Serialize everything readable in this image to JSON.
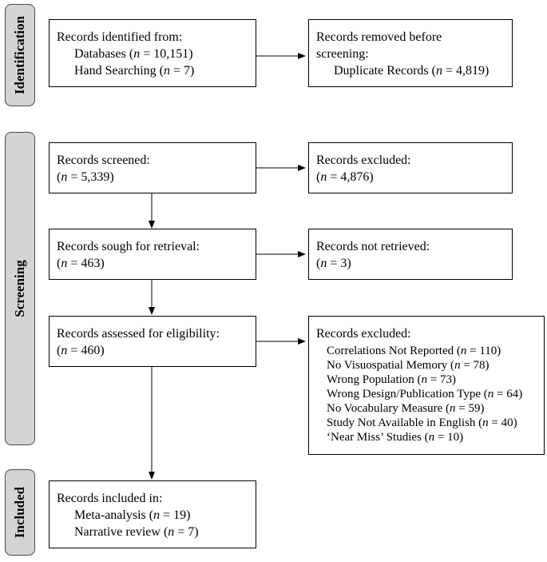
{
  "phases": {
    "identification": "Identification",
    "screening": "Screening",
    "included": "Included"
  },
  "identified": {
    "title": "Records identified from:",
    "databases_label": "Databases (",
    "databases_n": "n",
    "databases_value": " = 10,151)",
    "hand_label": "Hand Searching (",
    "hand_n": "n",
    "hand_value": " = 7)"
  },
  "removed": {
    "title_line1": "Records removed before",
    "title_line2": "screening:",
    "dup_label": "Duplicate Records (",
    "dup_n": "n",
    "dup_value": " = 4,819)"
  },
  "screened": {
    "title": "Records screened:",
    "open": "(",
    "n": "n",
    "value": " = 5,339)"
  },
  "excluded1": {
    "title": "Records excluded:",
    "open": "(",
    "n": "n",
    "value": " = 4,876)"
  },
  "retrieval": {
    "title": "Records sough for retrieval:",
    "open": "(",
    "n": "n",
    "value": " = 463)"
  },
  "not_retrieved": {
    "title": "Records not retrieved:",
    "open": "(",
    "n": "n",
    "value": " = 3)"
  },
  "eligibility": {
    "title": "Records assessed for eligibility:",
    "open": "(",
    "n": "n",
    "value": " = 460)"
  },
  "excluded2": {
    "title": "Records excluded:",
    "reasons": [
      {
        "label": "Correlations Not Reported (",
        "n": "n",
        "value": " = 110)"
      },
      {
        "label": "No Visuospatial Memory (",
        "n": "n",
        "value": " = 78)"
      },
      {
        "label": "Wrong Population (",
        "n": "n",
        "value": " = 73)"
      },
      {
        "label": "Wrong Design/Publication Type (",
        "n": "n",
        "value": " = 64)"
      },
      {
        "label": "No Vocabulary Measure (",
        "n": "n",
        "value": " = 59)"
      },
      {
        "label": "Study Not Available in English (",
        "n": "n",
        "value": " = 40)"
      },
      {
        "label": "‘Near Miss’ Studies (",
        "n": "n",
        "value": " = 10)"
      }
    ]
  },
  "included": {
    "title": "Records included in:",
    "meta_label": "Meta-analysis (",
    "meta_n": "n",
    "meta_value": " = 19)",
    "narrative_label": "Narrative review (",
    "narrative_n": "n",
    "narrative_value": " = 7)"
  }
}
